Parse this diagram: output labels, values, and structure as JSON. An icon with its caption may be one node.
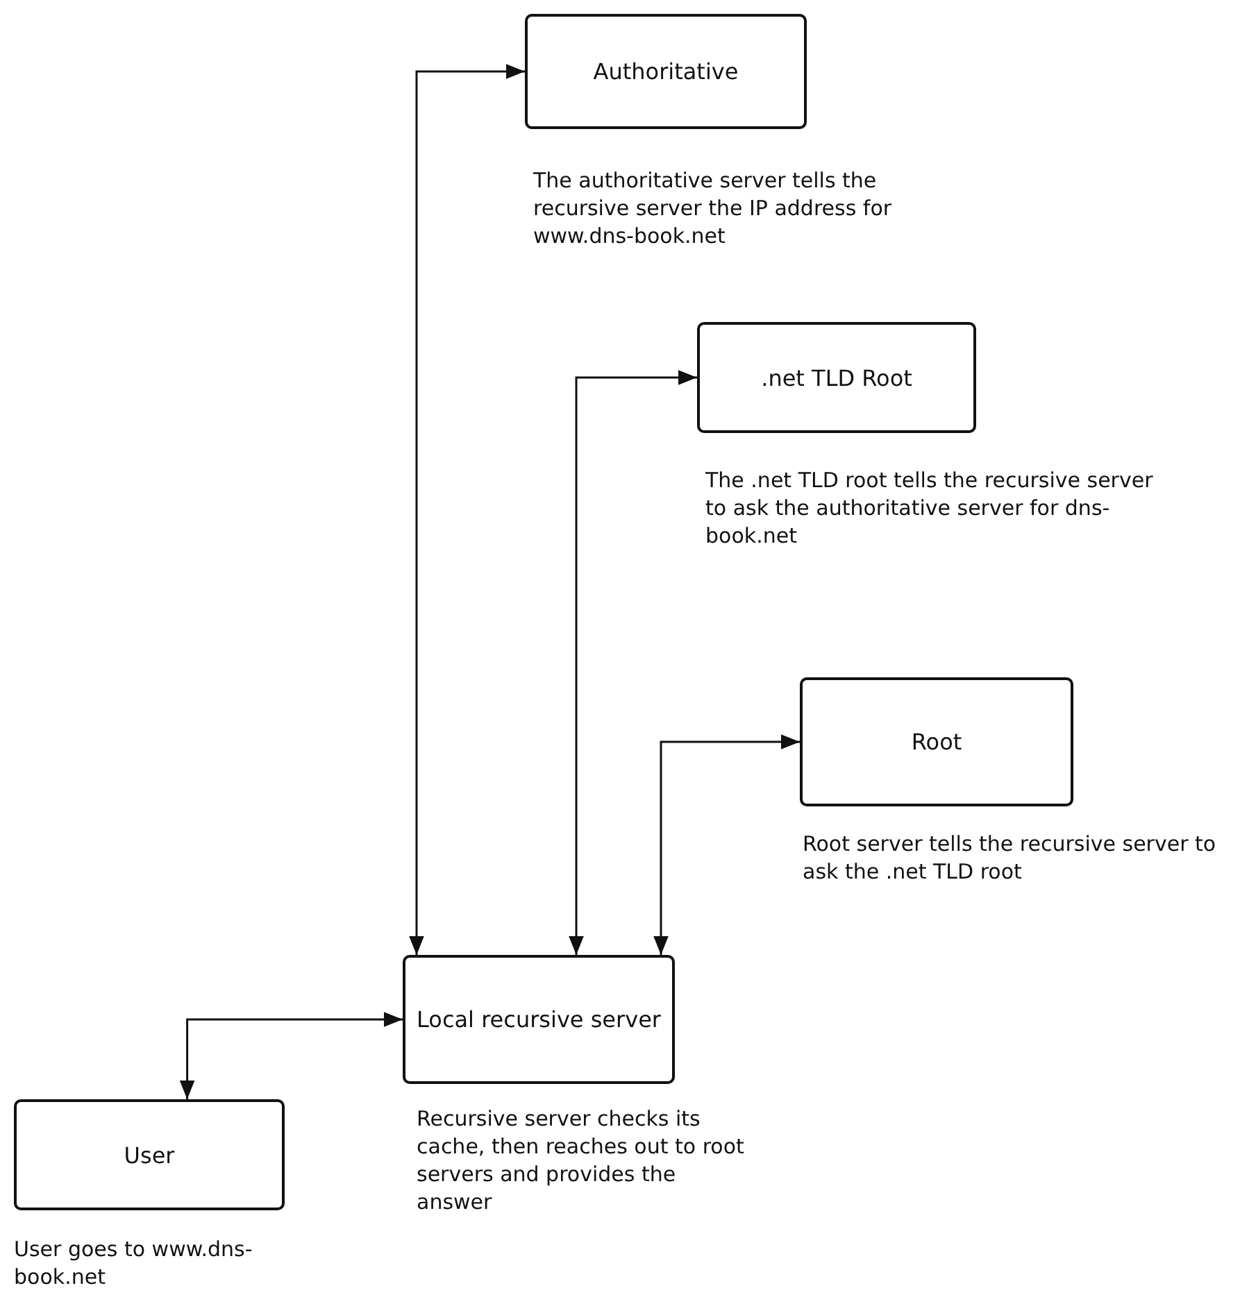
{
  "diagram": {
    "nodes": [
      {
        "text": [
          "Authoritative"
        ],
        "beside": [
          "The authoritative server tells the recursive server the IP address for www.dns-book.net"
        ]
      },
      {
        "text": [
          ".net TLD Root"
        ],
        "beside": [
          "The .net TLD root tells the recursive server to ask the  authoritative server for dns-book.net"
        ]
      },
      {
        "text": [
          "Root"
        ],
        "beside": [
          "Root server tells the recursive server to ask the .net TLD root"
        ]
      },
      {
        "text": [
          "Local recursive server"
        ],
        "beside": [
          "Recursive server checks its cache, then reaches out to root servers and provides the answer"
        ]
      },
      {
        "text": [
          "User"
        ],
        "beside": [
          "User goes to www.dns-book.net"
        ]
      }
    ],
    "edges": [
      {
        "from": 3,
        "to": 0,
        "arrow": "both"
      },
      {
        "from": 3,
        "to": 1,
        "arrow": "both"
      },
      {
        "from": 3,
        "to": 2,
        "arrow": "both"
      },
      {
        "from": 4,
        "to": 3,
        "arrow": "both"
      }
    ]
  }
}
